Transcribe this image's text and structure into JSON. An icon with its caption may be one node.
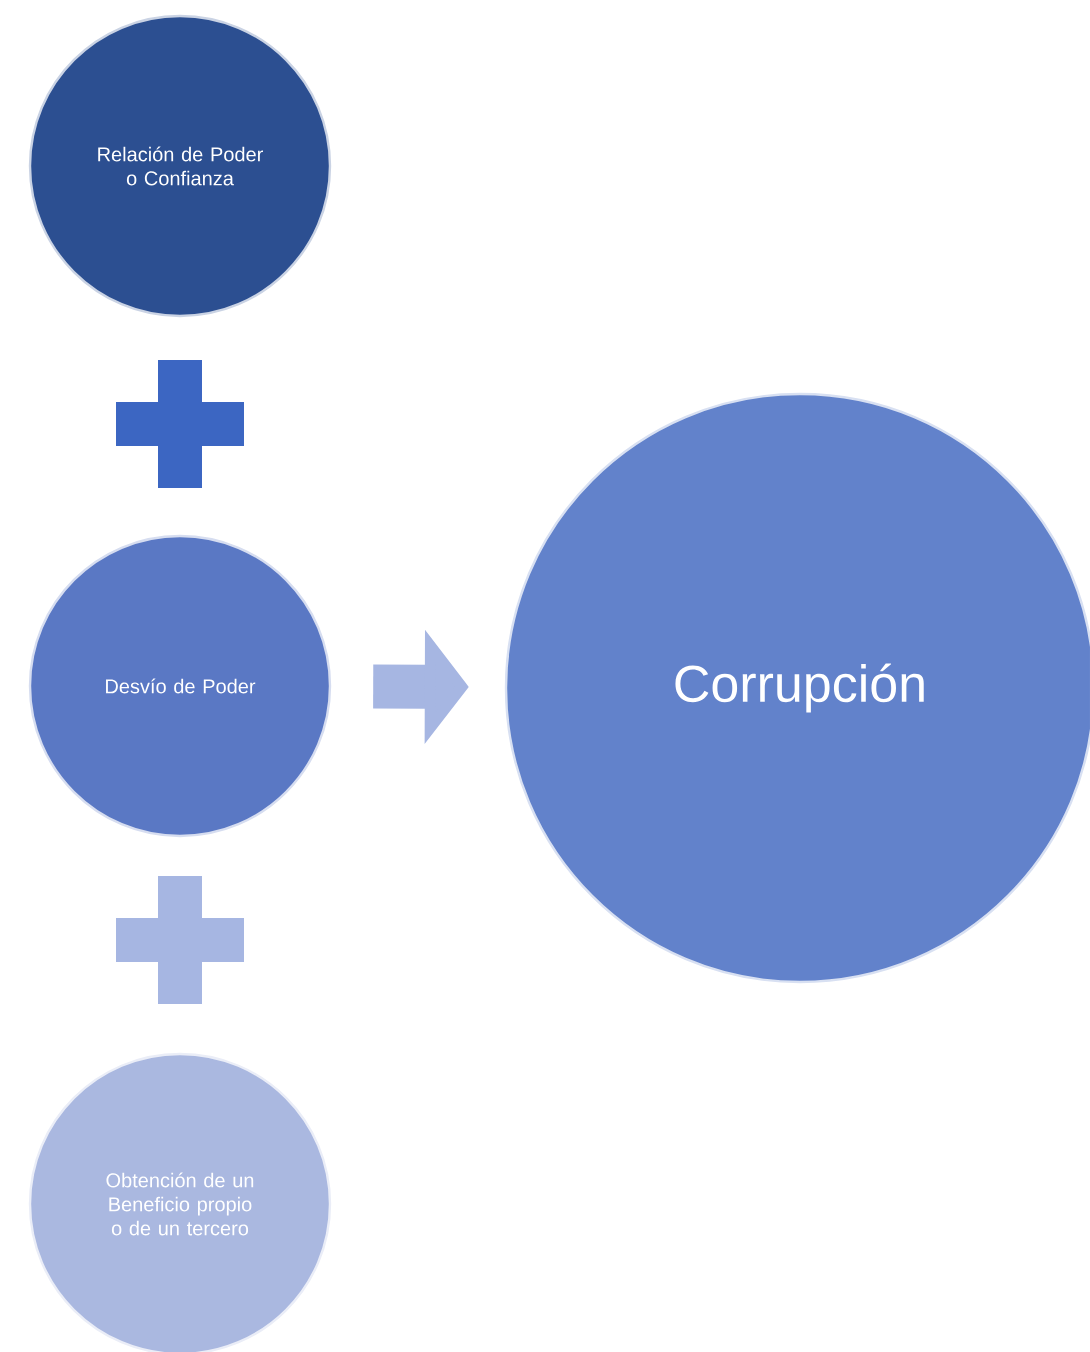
{
  "diagram": {
    "nodes": [
      {
        "text": [
          "Relación de Poder o Confianza"
        ]
      },
      {
        "text": [
          "Desvío de Poder"
        ]
      },
      {
        "text": [
          "Obtención de un Beneficio propio o de un tercero"
        ]
      },
      {
        "text": [
          "Corrupción"
        ]
      }
    ],
    "edges": [
      {
        "from": 1,
        "to": 3,
        "arrow": "to"
      }
    ]
  }
}
